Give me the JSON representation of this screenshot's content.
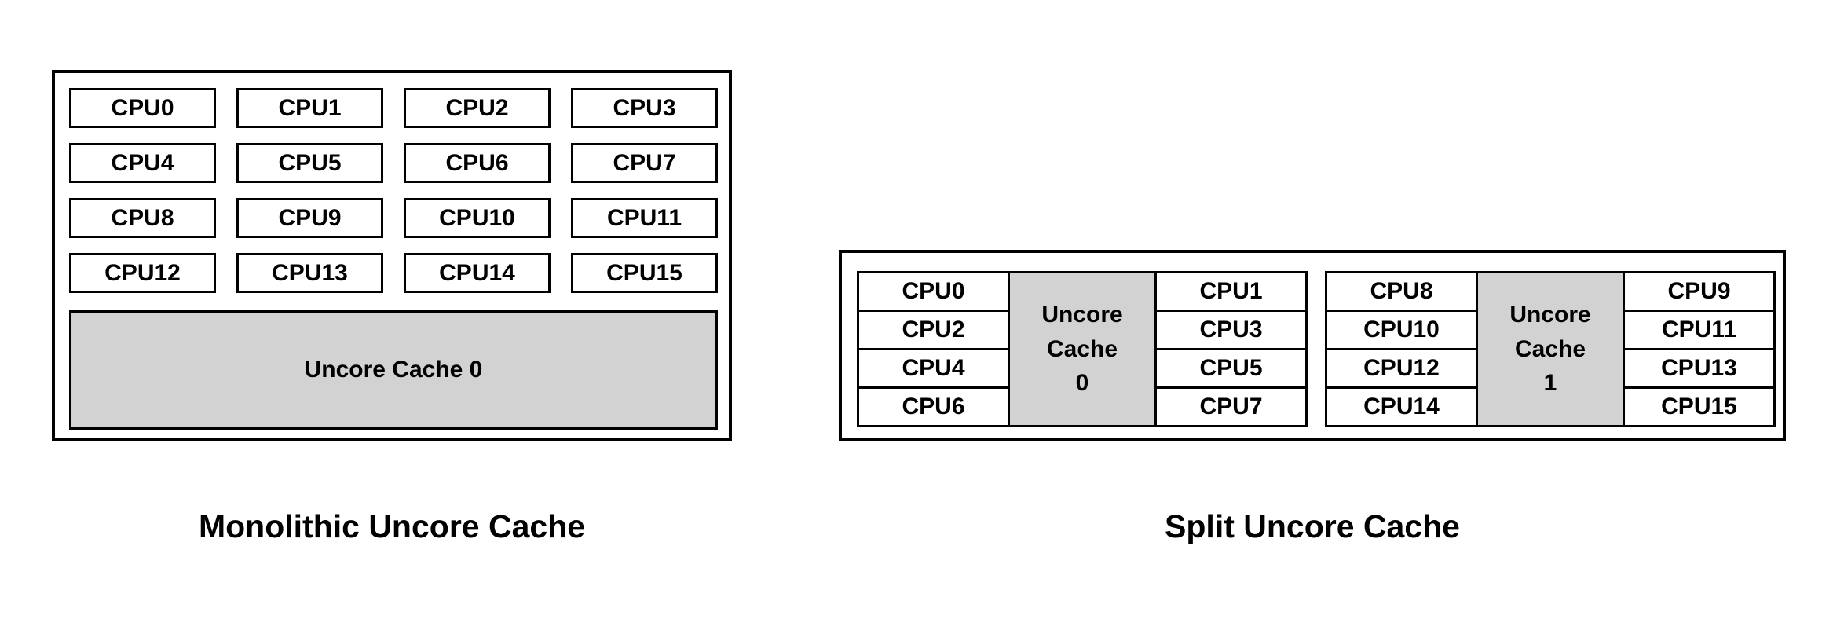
{
  "colors": {
    "cache_fill": "#d2d2d2",
    "border": "#000000",
    "cpu_fill": "#ffffff",
    "background": "#ffffff",
    "text": "#000000"
  },
  "diagrams": [
    {
      "id": "monolithic",
      "caption": "Monolithic Uncore Cache",
      "layout": "grid-4x4-with-single-cache",
      "cpu_rows": [
        [
          "CPU0",
          "CPU1",
          "CPU2",
          "CPU3"
        ],
        [
          "CPU4",
          "CPU5",
          "CPU6",
          "CPU7"
        ],
        [
          "CPU8",
          "CPU9",
          "CPU10",
          "CPU11"
        ],
        [
          "CPU12",
          "CPU13",
          "CPU14",
          "CPU15"
        ]
      ],
      "cache": {
        "label": "Uncore Cache 0"
      }
    },
    {
      "id": "split",
      "caption": "Split Uncore Cache",
      "layout": "two-groups-each-cpu-col-cache-cpu-col",
      "groups": [
        {
          "left_column": [
            "CPU0",
            "CPU2",
            "CPU4",
            "CPU6"
          ],
          "cache": {
            "line1": "Uncore",
            "line2": "Cache",
            "line3": "0"
          },
          "right_column": [
            "CPU1",
            "CPU3",
            "CPU5",
            "CPU7"
          ]
        },
        {
          "left_column": [
            "CPU8",
            "CPU10",
            "CPU12",
            "CPU14"
          ],
          "cache": {
            "line1": "Uncore",
            "line2": "Cache",
            "line3": "1"
          },
          "right_column": [
            "CPU9",
            "CPU11",
            "CPU13",
            "CPU15"
          ]
        }
      ]
    }
  ]
}
